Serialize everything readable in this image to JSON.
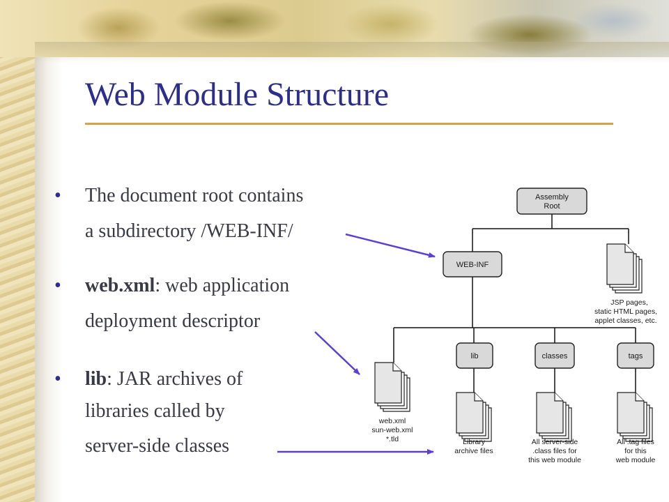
{
  "title": "Web Module Structure",
  "bullets": [
    {
      "line1": "The document root contains",
      "line2": "a subdirectory /WEB-INF/"
    },
    {
      "bold": "web.xml",
      "line1_rest": ": web application",
      "line2": "deployment descriptor"
    },
    {
      "bold": "lib",
      "line1_rest": ":  JAR archives of",
      "line2": "libraries called by",
      "line3": "server-side classes"
    }
  ],
  "diagram": {
    "root": {
      "line1": "Assembly",
      "line2": "Root"
    },
    "webinf": "WEB-INF",
    "jsp": {
      "line1": "JSP pages,",
      "line2": "static HTML pages,",
      "line3": "applet classes, etc."
    },
    "lib": "lib",
    "classes": "classes",
    "tags": "tags",
    "webxml": {
      "line1": "web.xml",
      "line2": "sun-web.xml",
      "line3": "*.tld"
    },
    "lib_files": {
      "line1": "Library",
      "line2": "archive files"
    },
    "class_files": {
      "line1": "All server-side",
      "line2": ".class files for",
      "line3": "this web module"
    },
    "tag_files": {
      "line1": "All .tag files",
      "line2": "for this",
      "line3": "web module"
    }
  },
  "colors": {
    "title": "#2b2e8c",
    "rule": "#d4a24c",
    "arrow": "#5b3fd6",
    "box": "#d9d9d9"
  }
}
